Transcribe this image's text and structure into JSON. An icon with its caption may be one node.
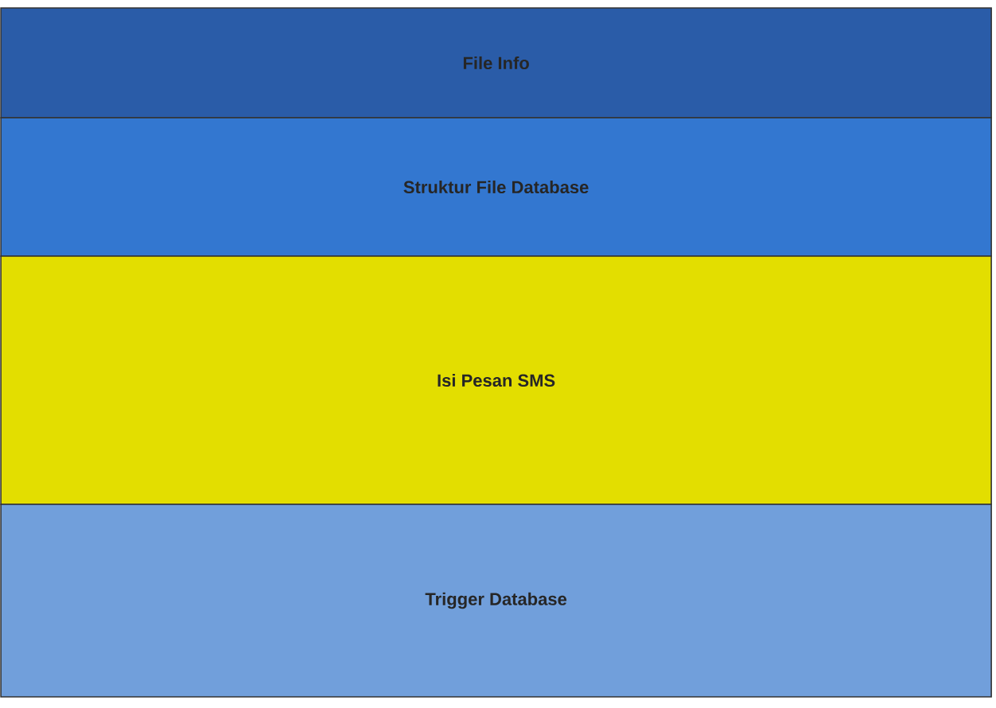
{
  "diagram": {
    "nodes": [
      {
        "text": [
          "File Info"
        ]
      },
      {
        "text": [
          "Struktur File Database"
        ]
      },
      {
        "text": [
          "Isi Pesan SMS"
        ]
      },
      {
        "text": [
          "Trigger Database"
        ]
      }
    ]
  }
}
